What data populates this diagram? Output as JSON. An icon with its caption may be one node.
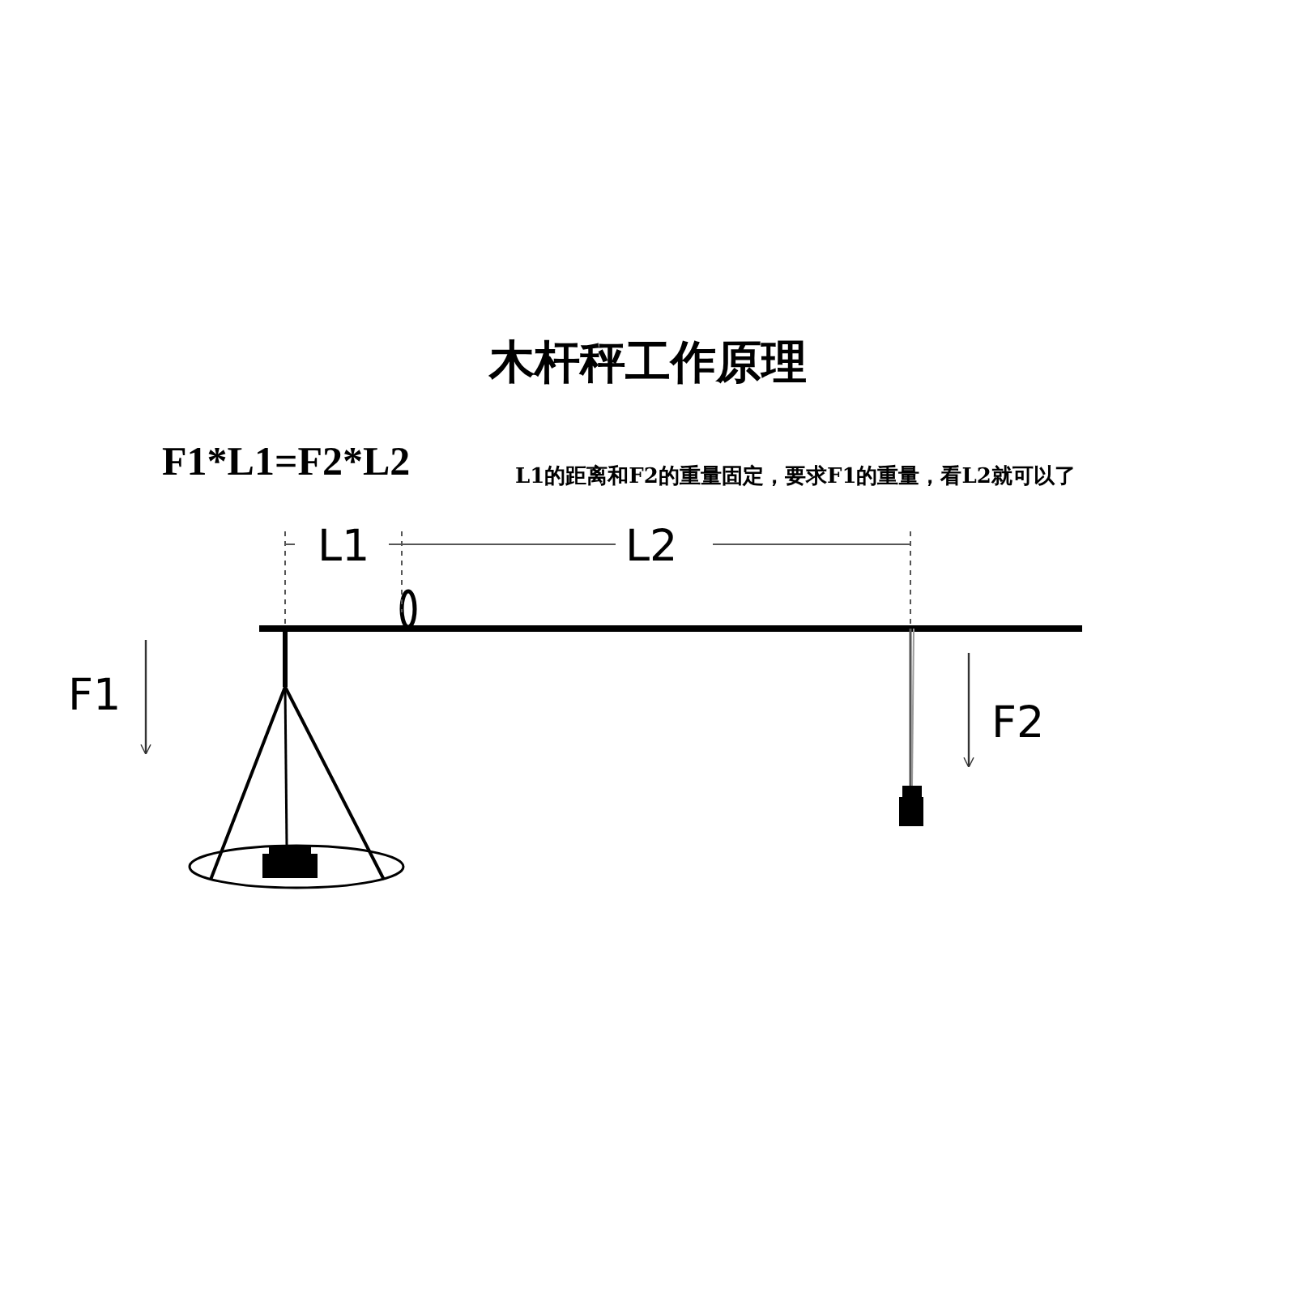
{
  "diagram": {
    "title": "木杆秤工作原理",
    "labels": [
      "F1*L1=F2*L2",
      "L1的距离和F2的重量固定，要求F1的重量，看L2就可以了",
      "L1",
      "L2",
      "F1",
      "F2"
    ]
  }
}
